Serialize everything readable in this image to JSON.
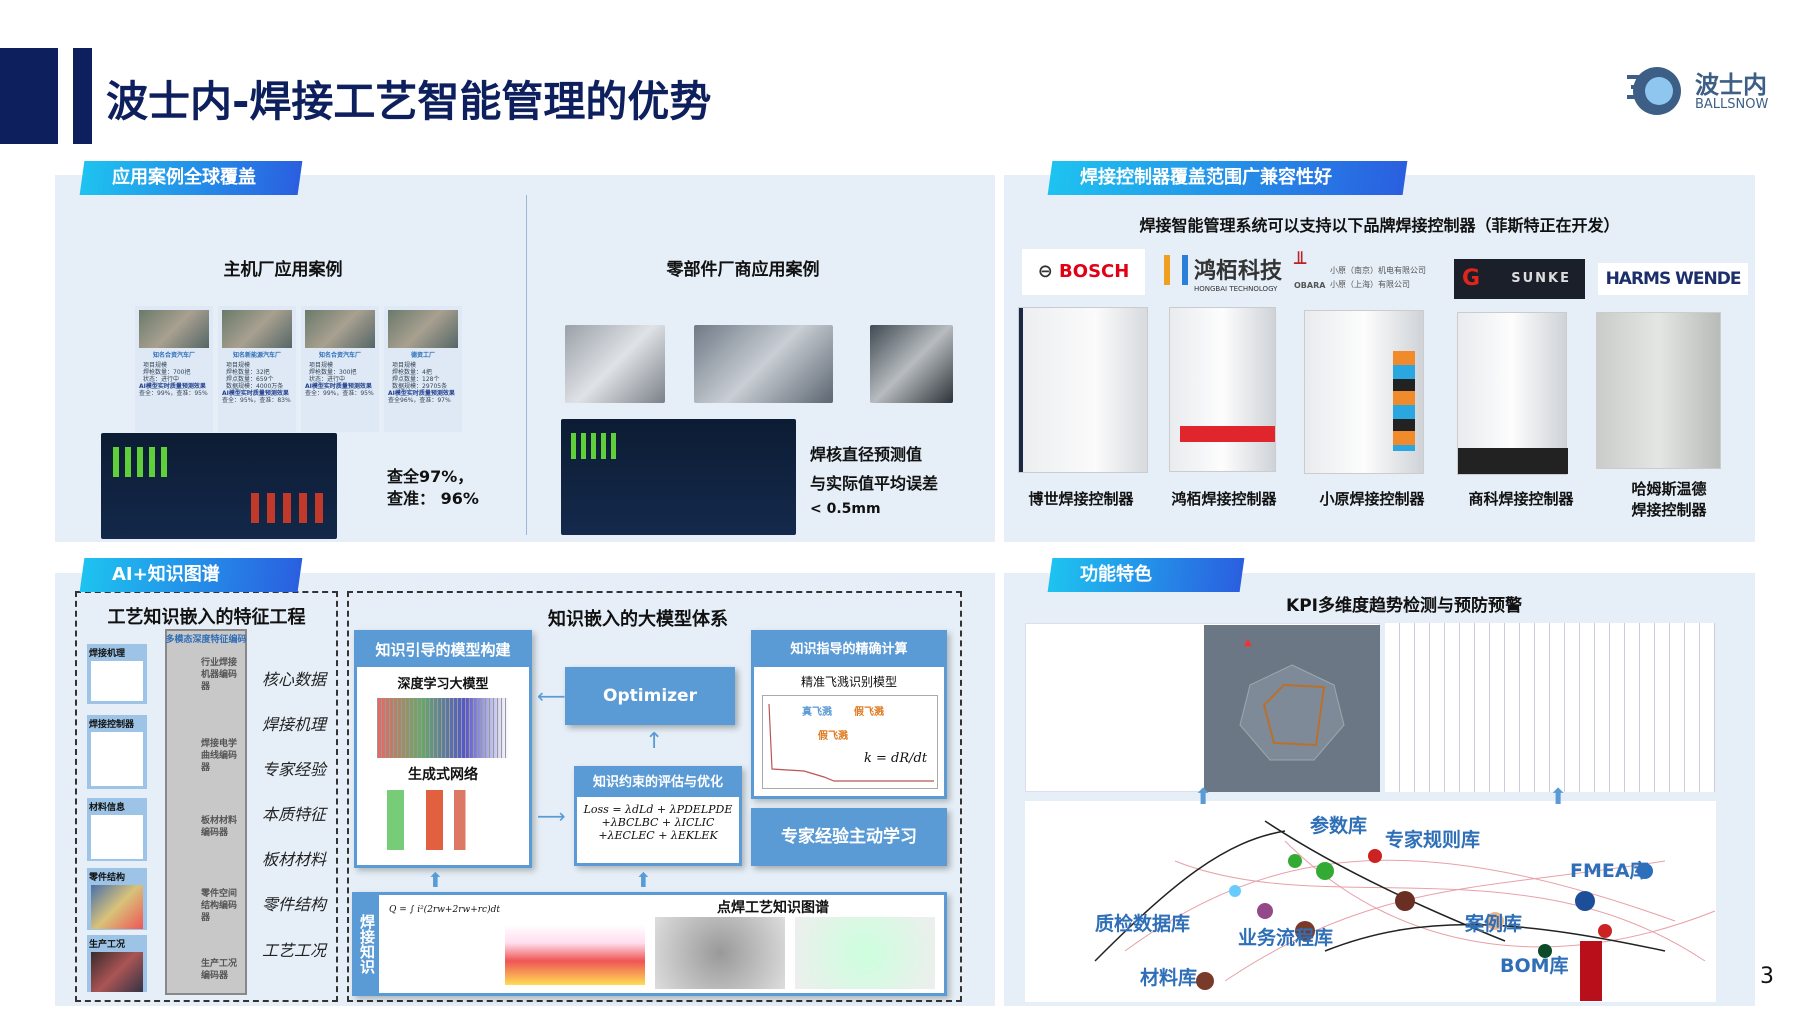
{
  "header": {
    "title": "波士内-焊接工艺智能管理的优势",
    "logo_cn": "波士内",
    "logo_en": "BALLSNOW"
  },
  "colors": {
    "navy": "#0d1f5c",
    "accent": "#2a5fe0",
    "panel": "#e6eff8",
    "box_blue": "#5b9bd5"
  },
  "global_cases": {
    "tag": "应用案例全球覆盖",
    "oem": {
      "heading": "主机厂应用案例",
      "cards": [
        {
          "title": "知名合资汽车厂",
          "lines": [
            "项目规模",
            "焊枪数量：700把",
            "状态：进行中"
          ],
          "ai": "AI模型实时质量预测效果",
          "result": "查全：99%，查准：95%"
        },
        {
          "title": "知名新能源汽车厂",
          "lines": [
            "项目规模",
            "焊枪数量：32把",
            "焊点数量：659个",
            "数据规模：4000万条"
          ],
          "ai": "AI模型实时质量预测效果",
          "result": "查全：95%，查准：83%"
        },
        {
          "title": "知名合资汽车厂",
          "lines": [
            "项目规模",
            "焊枪数量：300把",
            "状态：进行中"
          ],
          "ai": "AI模型实时质量预测效果",
          "result": "查全：99%，查准：95%"
        },
        {
          "title": "德资工厂",
          "lines": [
            "项目规模",
            "焊枪数量：4把",
            "焊点数量：128个",
            "数据规模：29705条"
          ],
          "ai": "AI模型实时质量预测效果",
          "result": "查全96%，查准：97%"
        }
      ],
      "metric_1": "查全97%，",
      "metric_2": "查准：  96%"
    },
    "supplier": {
      "heading": "零部件厂商应用案例",
      "text_1": "焊核直径预测值",
      "text_2": "与实际值平均误差",
      "text_3": "< 0.5mm"
    }
  },
  "controllers": {
    "tag": "焊接控制器覆盖范围广兼容性好",
    "subtitle": "焊接智能管理系统可以支持以下品牌焊接控制器（菲斯特正在开发）",
    "logos": {
      "bosch": "BOSCH",
      "hongbai_cn": "鸿栢科技",
      "hongbai_en": "HONGBAI TECHNOLOGY",
      "obara": "OBARA",
      "obara_1": "小原（南京）机电有限公司",
      "obara_2": "小原（上海）有限公司",
      "sunke": "SUNKE",
      "harms": "HARMS WENDE"
    },
    "items": [
      {
        "label": "博世焊接控制器"
      },
      {
        "label": "鸿栢焊接控制器"
      },
      {
        "label": "小原焊接控制器"
      },
      {
        "label": "商科焊接控制器"
      },
      {
        "label": "哈姆斯温德\n焊接控制器",
        "l1": "哈姆斯温德",
        "l2": "焊接控制器"
      }
    ]
  },
  "ai_kg": {
    "tag": "AI+知识图谱",
    "feature": {
      "title": "工艺知识嵌入的特征工程",
      "encoder_title": "多模态深度特征编码",
      "sources": [
        "焊接机理",
        "焊接控制器",
        "材料信息",
        "零件结构",
        "生产工况"
      ],
      "encoders": [
        "行业焊接机器编码器",
        "焊接电学曲线编码器",
        "板材材料编码器",
        "零件空间结构编码器",
        "生产工况编码器"
      ],
      "labels": [
        "核心数据",
        "焊接机理",
        "专家经验",
        "本质特征",
        "板材材料",
        "零件结构",
        "工艺工况"
      ]
    },
    "model": {
      "title": "知识嵌入的大模型体系",
      "build": "知识引导的模型构建",
      "deep": "深度学习大模型",
      "gen": "生成式网络",
      "optimizer": "Optimizer",
      "eval": "知识约束的评估与优化",
      "loss_1": "Loss = λdLd + λPDELPDE",
      "loss_2": "+λBCLBC + λICLIC",
      "loss_3": "+λECLEC + λEKLEK",
      "calc": "知识指导的精确计算",
      "splash": "精准飞溅识别模型",
      "true_splash": "真飞溅",
      "false_splash": "假飞溅",
      "formula": "k = dR/dt",
      "expert": "专家经验主动学习",
      "weld_knowledge": "焊接知识",
      "kg": "点焊工艺知识图谱",
      "q_formula": "Q = ∫ i²(2rw+2rw+rc)dt"
    }
  },
  "features": {
    "tag": "功能特色",
    "title": "KPI多维度趋势检测与预防预警",
    "graph_labels": [
      "参数库",
      "专家规则库",
      "FMEA库",
      "质检数据库",
      "业务流程库",
      "案例库",
      "材料库",
      "BOM库"
    ]
  },
  "page_number": "3"
}
